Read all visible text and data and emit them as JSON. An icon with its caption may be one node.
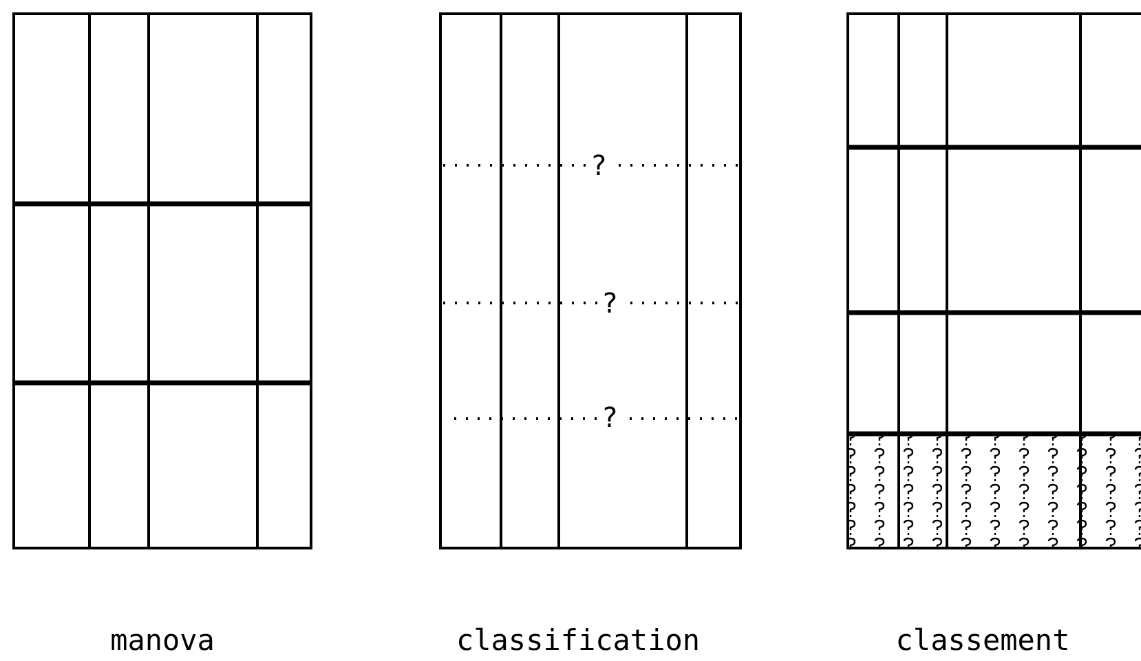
{
  "diagram": {
    "labels": [
      "?",
      "?",
      "?",
      "manova",
      "classification",
      "classement"
    ]
  }
}
